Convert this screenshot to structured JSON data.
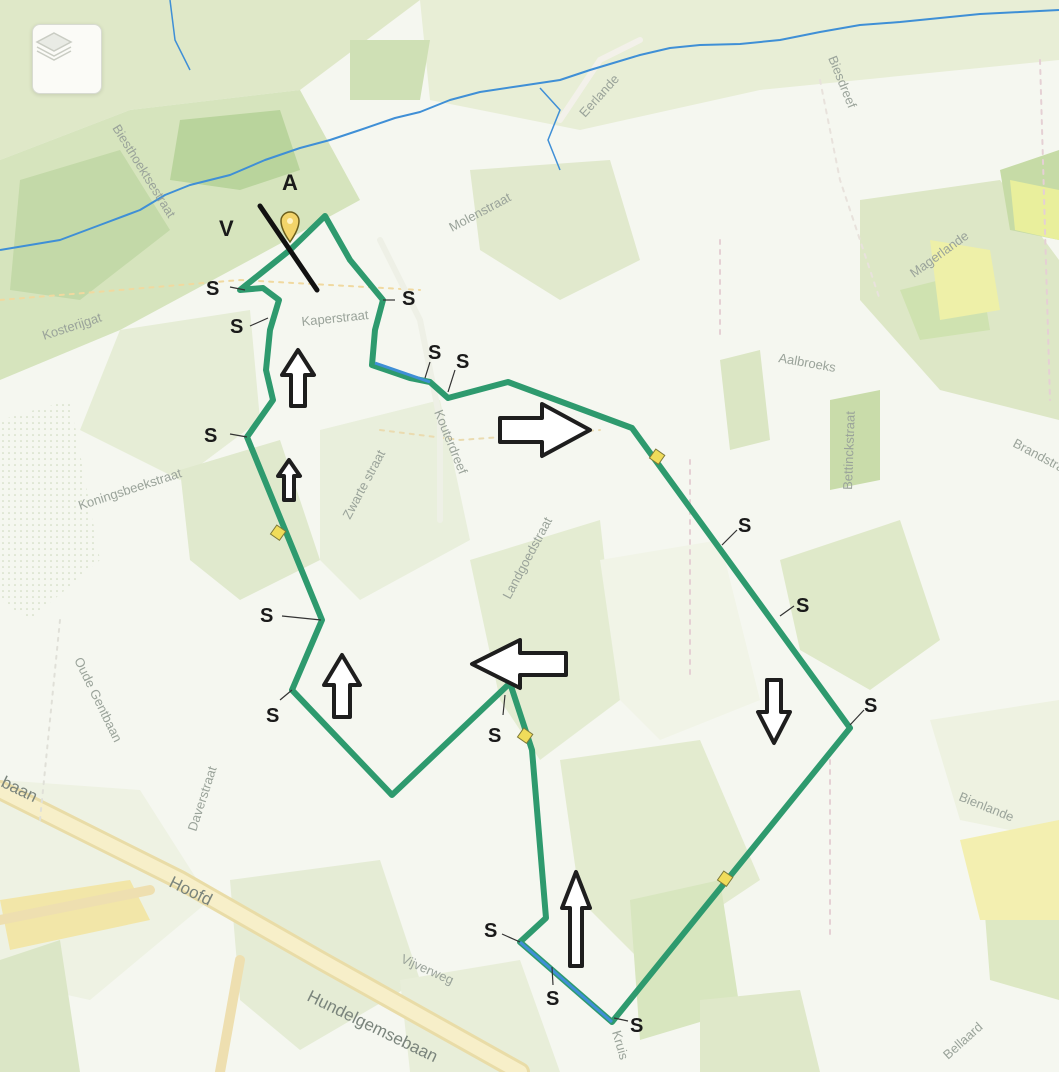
{
  "map": {
    "route_color": "#2e9a6e",
    "water_color": "#3f8fd6",
    "start_labels": {
      "a": "A",
      "v": "V"
    },
    "stop_label": "S",
    "streets": {
      "s1": "Biesthoektsestraat",
      "s2": "Molenstraat",
      "s3": "Eerlande",
      "s4": "Biesdreef",
      "s5": "Magerlande",
      "s6": "Kosterijgat",
      "s7": "Kaperstraat",
      "s8": "Kouterdreef",
      "s9": "Koningsbeekstraat",
      "s10": "Zwarte straat",
      "s11": "Aalbroeks",
      "s12": "Bettinckstraat",
      "s13": "Landgoedstraat",
      "s14": "Oude Gentbaan",
      "s15": "Daverstraat",
      "s16": "Brandstraat",
      "s17": "Vijverweg",
      "s18": "Hoofd",
      "s19": "Hundelgemsebaan",
      "s20": "baan",
      "s21": "Bienlande",
      "s22": "Bellaard",
      "s23": "Kruis"
    }
  }
}
